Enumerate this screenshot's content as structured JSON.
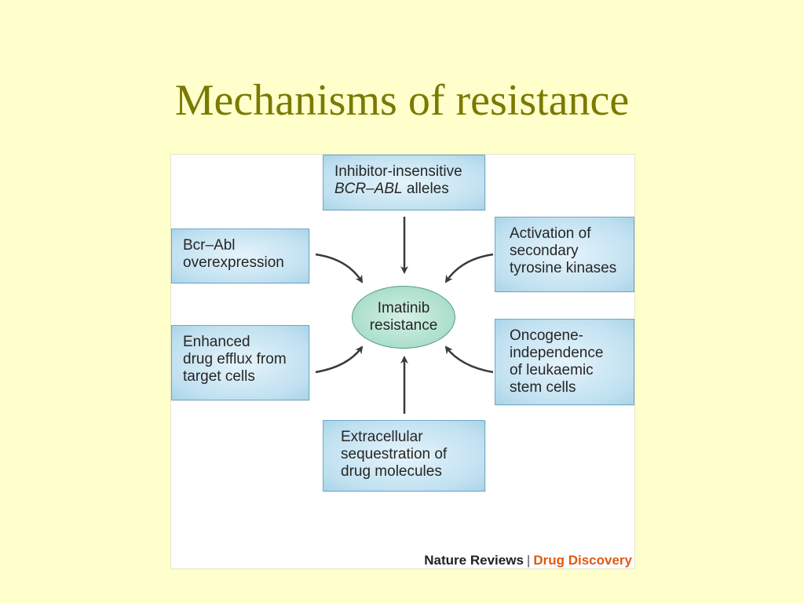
{
  "title": "Mechanisms of resistance",
  "diagram": {
    "center": {
      "line1": "Imatinib",
      "line2": "resistance"
    },
    "boxes": {
      "top": {
        "line1": "Inhibitor-insensitive",
        "line2_italic": "BCR–ABL",
        "line2_rest": " alleles"
      },
      "upper_left": {
        "lines": [
          "Bcr–Abl",
          "overexpression"
        ]
      },
      "upper_right": {
        "lines": [
          "Activation of",
          "secondary",
          "tyrosine kinases"
        ]
      },
      "lower_left": {
        "lines": [
          "Enhanced",
          "drug efflux from",
          "target cells"
        ]
      },
      "lower_right": {
        "lines": [
          "Oncogene-",
          "independence",
          "of leukaemic",
          "stem cells"
        ]
      },
      "bottom": {
        "lines": [
          "Extracellular",
          "sequestration of",
          "drug molecules"
        ]
      }
    },
    "credit": {
      "journal": "Nature Reviews",
      "separator": "|",
      "section": "Drug Discovery"
    },
    "colors": {
      "box_fill": "#bfe0f0",
      "center_fill": "#a5dcc7",
      "arrow": "#3a3a3a",
      "credit_accent": "#e05a10"
    }
  }
}
